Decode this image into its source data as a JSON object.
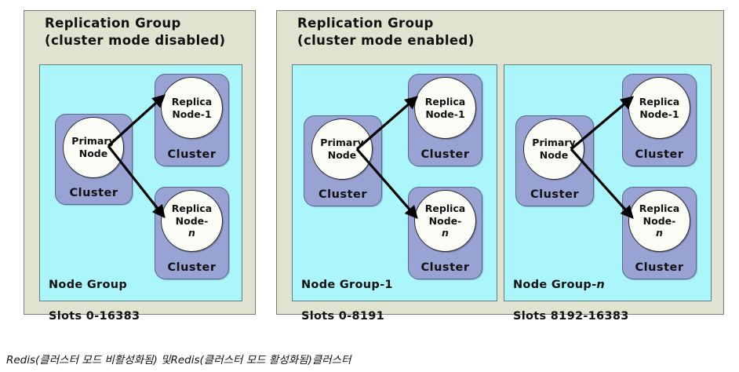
{
  "page": {
    "background": "#ffffff",
    "caption": "Redis(클러스터 모드 비활성화됨) 및Redis(클러스터 모드 활성화됨)클러스터"
  },
  "colors": {
    "panel_fill": "#e2e2d0",
    "panel_border": "#7d7d72",
    "nodegroup_fill": "#aaf6fb",
    "nodegroup_border": "#5d7f86",
    "cluster_fill": "#98a3d4",
    "cluster_border": "#5c6590",
    "node_fill": "#fdfdf8",
    "node_border": "#2a2a2a",
    "arrow": "#000000",
    "text": "#111111"
  },
  "panels": [
    {
      "id": "cluster-mode-disabled",
      "title": "Replication Group\n(cluster mode disabled)",
      "node_groups": [
        {
          "id": "node-group-0",
          "label": "Node Group\nSlots 0-16383",
          "label_plain": "Node Group Slots 0-16383",
          "name": "Node Group",
          "slots": "Slots 0-16383",
          "clusters": [
            {
              "id": "primary",
              "cluster_label": "Cluster",
              "node_line1": "Primary",
              "node_line2": "Node",
              "node_italic_suffix": ""
            },
            {
              "id": "replica-1",
              "cluster_label": "Cluster",
              "node_line1": "Replica",
              "node_line2": "Node-1",
              "node_italic_suffix": ""
            },
            {
              "id": "replica-n",
              "cluster_label": "Cluster",
              "node_line1": "Replica",
              "node_line2": "Node-",
              "node_italic_suffix": "n"
            }
          ]
        }
      ]
    },
    {
      "id": "cluster-mode-enabled",
      "title": "Replication Group\n(cluster mode enabled)",
      "node_groups": [
        {
          "id": "node-group-1",
          "label": "Node Group-1\nSlots 0-8191",
          "label_plain": "Node Group-1 Slots 0-8191",
          "name": "Node Group-1",
          "slots": "Slots 0-8191",
          "clusters": [
            {
              "id": "primary",
              "cluster_label": "Cluster",
              "node_line1": "Primary",
              "node_line2": "Node",
              "node_italic_suffix": ""
            },
            {
              "id": "replica-1",
              "cluster_label": "Cluster",
              "node_line1": "Replica",
              "node_line2": "Node-1",
              "node_italic_suffix": ""
            },
            {
              "id": "replica-n",
              "cluster_label": "Cluster",
              "node_line1": "Replica",
              "node_line2": "Node-",
              "node_italic_suffix": "n"
            }
          ]
        },
        {
          "id": "node-group-n",
          "label": "Node Group-n\nSlots 8192-16383",
          "label_plain": "Node Group-n Slots 8192-16383",
          "name": "Node Group-n",
          "slots": "Slots 8192-16383",
          "clusters": [
            {
              "id": "primary",
              "cluster_label": "Cluster",
              "node_line1": "Primary",
              "node_line2": "Node",
              "node_italic_suffix": ""
            },
            {
              "id": "replica-1",
              "cluster_label": "Cluster",
              "node_line1": "Replica",
              "node_line2": "Node-1",
              "node_italic_suffix": ""
            },
            {
              "id": "replica-n",
              "cluster_label": "Cluster",
              "node_line1": "Replica",
              "node_line2": "Node-",
              "node_italic_suffix": "n"
            }
          ]
        }
      ]
    }
  ]
}
